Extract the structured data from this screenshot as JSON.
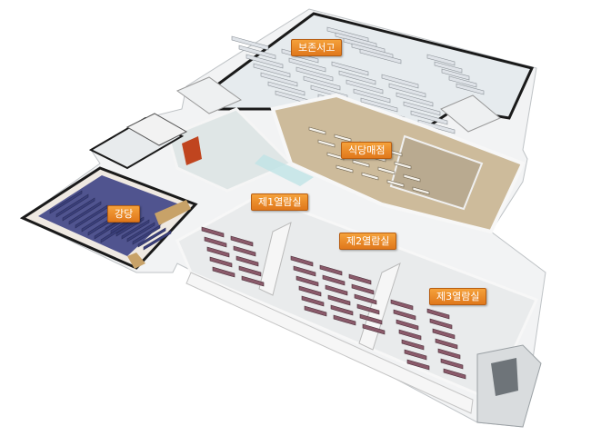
{
  "rooms": {
    "storage": "보존서고",
    "cafeteria": "식당매점",
    "auditorium": "강당",
    "reading1": "제1열람실",
    "reading2": "제2열람실",
    "reading3": "제3열람실"
  },
  "colors": {
    "label_bg": "#ee8a2a",
    "label_text": "#ffffff",
    "wall": "#f4f4f4",
    "floor": "#e8ecef",
    "auditorium_floor": "#4a4e8a",
    "seat": "#3a3f7a",
    "desk": "#8a5a6a",
    "shelf": "#dfe3e8",
    "cafeteria_floor": "#c9b89a",
    "glass": "#bfe3e6"
  }
}
